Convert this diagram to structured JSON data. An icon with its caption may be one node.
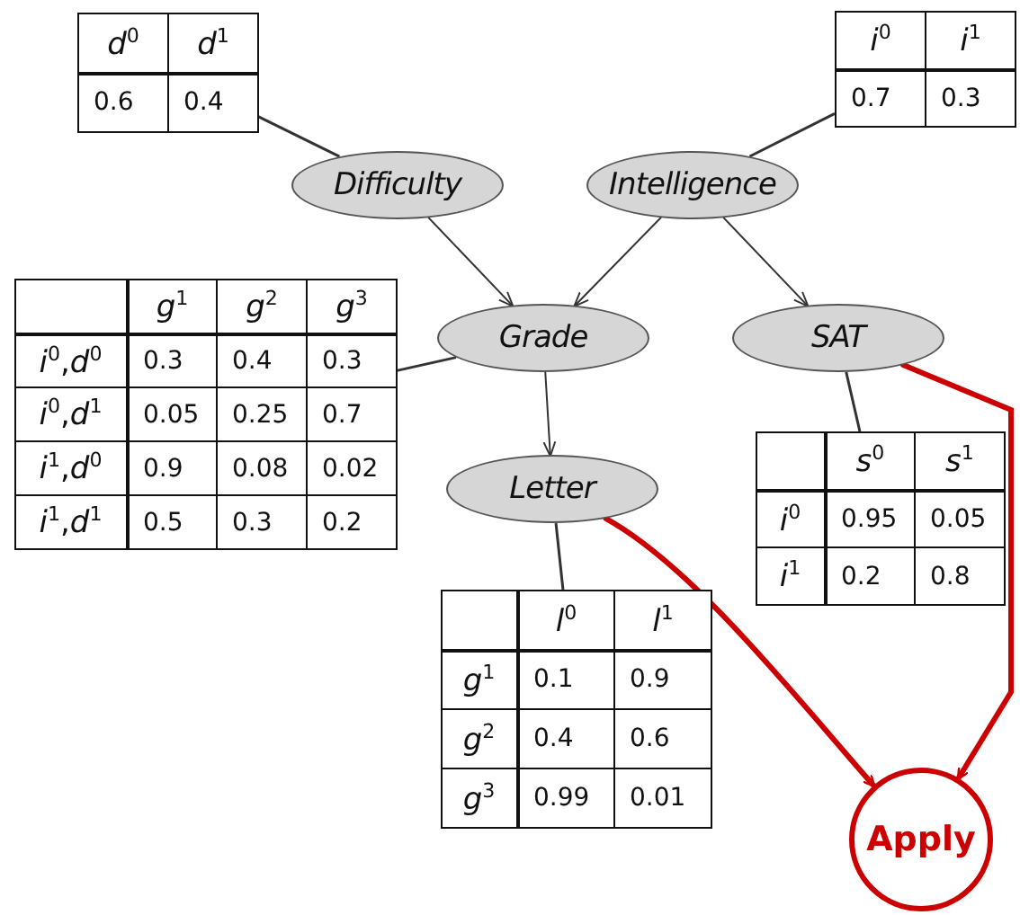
{
  "diagram": {
    "nodes": [
      {
        "text": [
          "*d*$^{0}$",
          "*d*$^{1}$",
          "0.6",
          "0.4"
        ]
      },
      {
        "text": [
          "*i*$^{0}$",
          "*i*$^{1}$",
          "0.7",
          "0.3"
        ]
      },
      {
        "text": [
          "Difficulty"
        ]
      },
      {
        "text": [
          "Intelligence"
        ]
      },
      {
        "text": [
          "*g*$^{1}$",
          "*g*$^{2}$",
          "*g*$^{3}$",
          "*i*$^{0}$,*d*$^{0}$",
          "0.3",
          "0.4",
          "0.3",
          "*i*$^{0}$,*d*$^{1}$",
          "0.05",
          "0.25",
          "0.7",
          "*i*$^{1}$,*d*$^{0}$",
          "0.9",
          "0.08",
          "0.02",
          "*i*$^{1}$,*d*$^{1}$",
          "0.5",
          "0.3",
          "0.2"
        ]
      },
      {
        "text": [
          "Grade"
        ]
      },
      {
        "text": [
          "SAT"
        ]
      },
      {
        "text": [
          "*s*$^{0}$",
          "*s*$^{1}$",
          "*i*$^{0}$",
          "0.95",
          "0.05",
          "*i*$^{1}$",
          "0.2",
          "0.8"
        ]
      },
      {
        "text": [
          "Letter"
        ]
      },
      {
        "text": [
          "*l*$^{0}$",
          "*l*$^{1}$",
          "*g*$^{1}$",
          "0.1",
          "0.9",
          "*g*$^{2}$",
          "0.4",
          "0.6",
          "*g*$^{3}$",
          "0.99",
          "0.01"
        ]
      },
      {
        "text": [
          "Apply"
        ]
      }
    ],
    "edges": [
      {
        "from": 0,
        "to": 2,
        "arrow": "none"
      },
      {
        "from": 1,
        "to": 3,
        "arrow": "none"
      },
      {
        "from": 2,
        "to": 5,
        "arrow": "to"
      },
      {
        "from": 3,
        "to": 5,
        "arrow": "to"
      },
      {
        "from": 3,
        "to": 6,
        "arrow": "to"
      },
      {
        "from": 4,
        "to": 5,
        "arrow": "none"
      },
      {
        "from": 5,
        "to": 8,
        "arrow": "to"
      },
      {
        "from": 7,
        "to": 6,
        "arrow": "none"
      },
      {
        "from": 9,
        "to": 8,
        "arrow": "none"
      },
      {
        "from": 8,
        "to": 10,
        "arrow": "to",
        "style": "thick",
        "color": "#cc0000"
      },
      {
        "from": 6,
        "to": 10,
        "arrow": "to",
        "style": "thick",
        "color": "#cc0000"
      }
    ]
  }
}
